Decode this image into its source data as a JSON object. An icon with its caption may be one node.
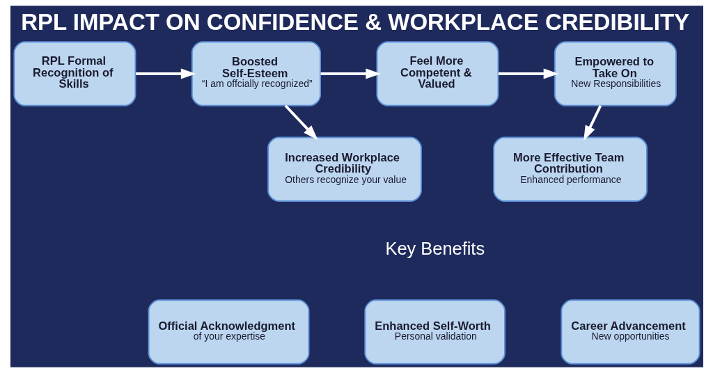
{
  "diagram": {
    "title": "RPL IMPACT ON CONFIDENCE & WORKPLACE CREDIBILITY",
    "nodes": [
      {
        "text": [
          "RPL Formal Recognition of Skills"
        ]
      },
      {
        "text": [
          "Boosted Self-Esteem",
          "“I am offcially recognized”"
        ]
      },
      {
        "text": [
          "Feel More Competent & Valued"
        ]
      },
      {
        "text": [
          "Empowered to Take On",
          "New Responsibilities"
        ]
      },
      {
        "text": [
          "Increased Workplace Credibility",
          "Others recognize your value"
        ]
      },
      {
        "text": [
          "More Effective Team Contribution",
          "Enhanced performance"
        ]
      },
      {
        "text": [
          "Official Acknowledgment",
          "of your expertise"
        ]
      },
      {
        "text": [
          "Enhanced Self-Worth",
          "Personal validation"
        ]
      },
      {
        "text": [
          "Career Advancement",
          "New opportunities"
        ]
      }
    ],
    "edges": [
      {
        "from": 0,
        "to": 1,
        "arrow": "to",
        "color": "#ffffff"
      },
      {
        "from": 1,
        "to": 2,
        "arrow": "to",
        "color": "#ffffff"
      },
      {
        "from": 2,
        "to": 3,
        "arrow": "to",
        "color": "#ffffff"
      },
      {
        "from": 1,
        "to": 4,
        "arrow": "to",
        "color": "#ffffff"
      },
      {
        "from": 3,
        "to": 5,
        "arrow": "to",
        "color": "#ffffff"
      }
    ],
    "labels": [
      "Key Benefits"
    ]
  }
}
